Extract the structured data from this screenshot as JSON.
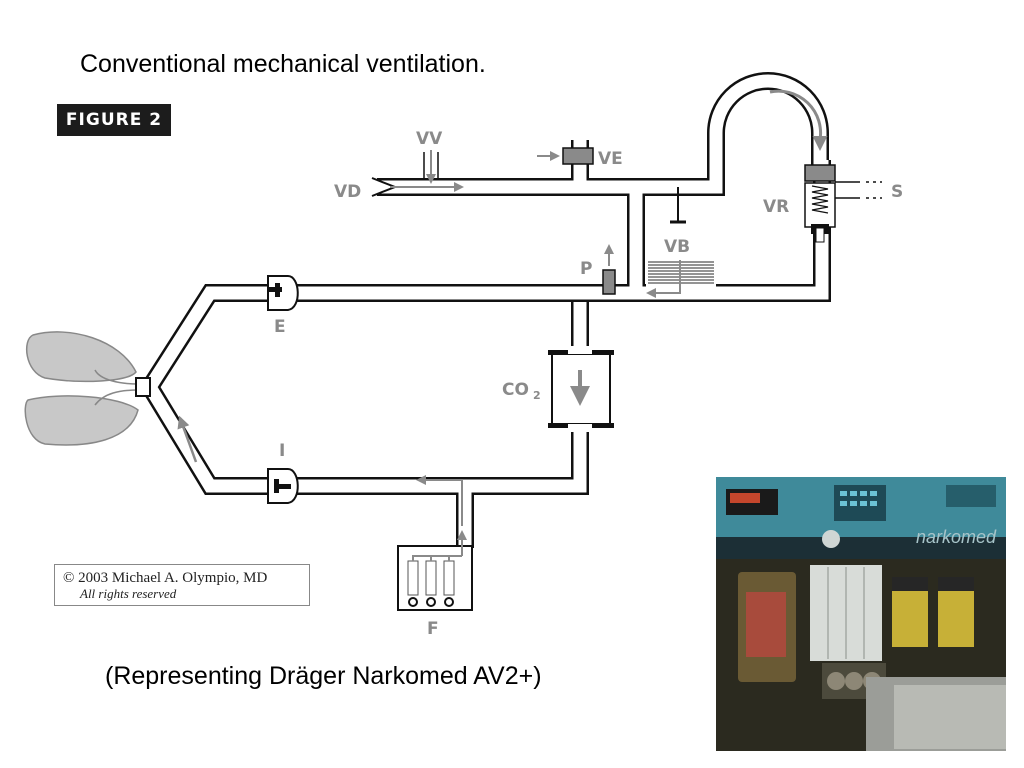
{
  "title": "Conventional mechanical ventilation.",
  "figure_label": "FIGURE 2",
  "diagram_labels": {
    "vv": "VV",
    "ve": "VE",
    "vd": "VD",
    "s": "S",
    "vr": "VR",
    "vb": "VB",
    "p": "P",
    "e": "E",
    "co2": "CO",
    "co2_sub": "2",
    "i": "I",
    "f": "F"
  },
  "copyright": {
    "line1": "© 2003 Michael A. Olympio, MD",
    "line2": "All rights reserved"
  },
  "subtitle": "(Representing Dräger Narkomed AV2+)",
  "photo": {
    "brand": "narkomed"
  },
  "colors": {
    "label_gray": "#8a8a8a",
    "lung_fill": "#c8c8c8",
    "badge_bg": "#1c1c1c",
    "machine_blue": "#3f8a9a"
  }
}
